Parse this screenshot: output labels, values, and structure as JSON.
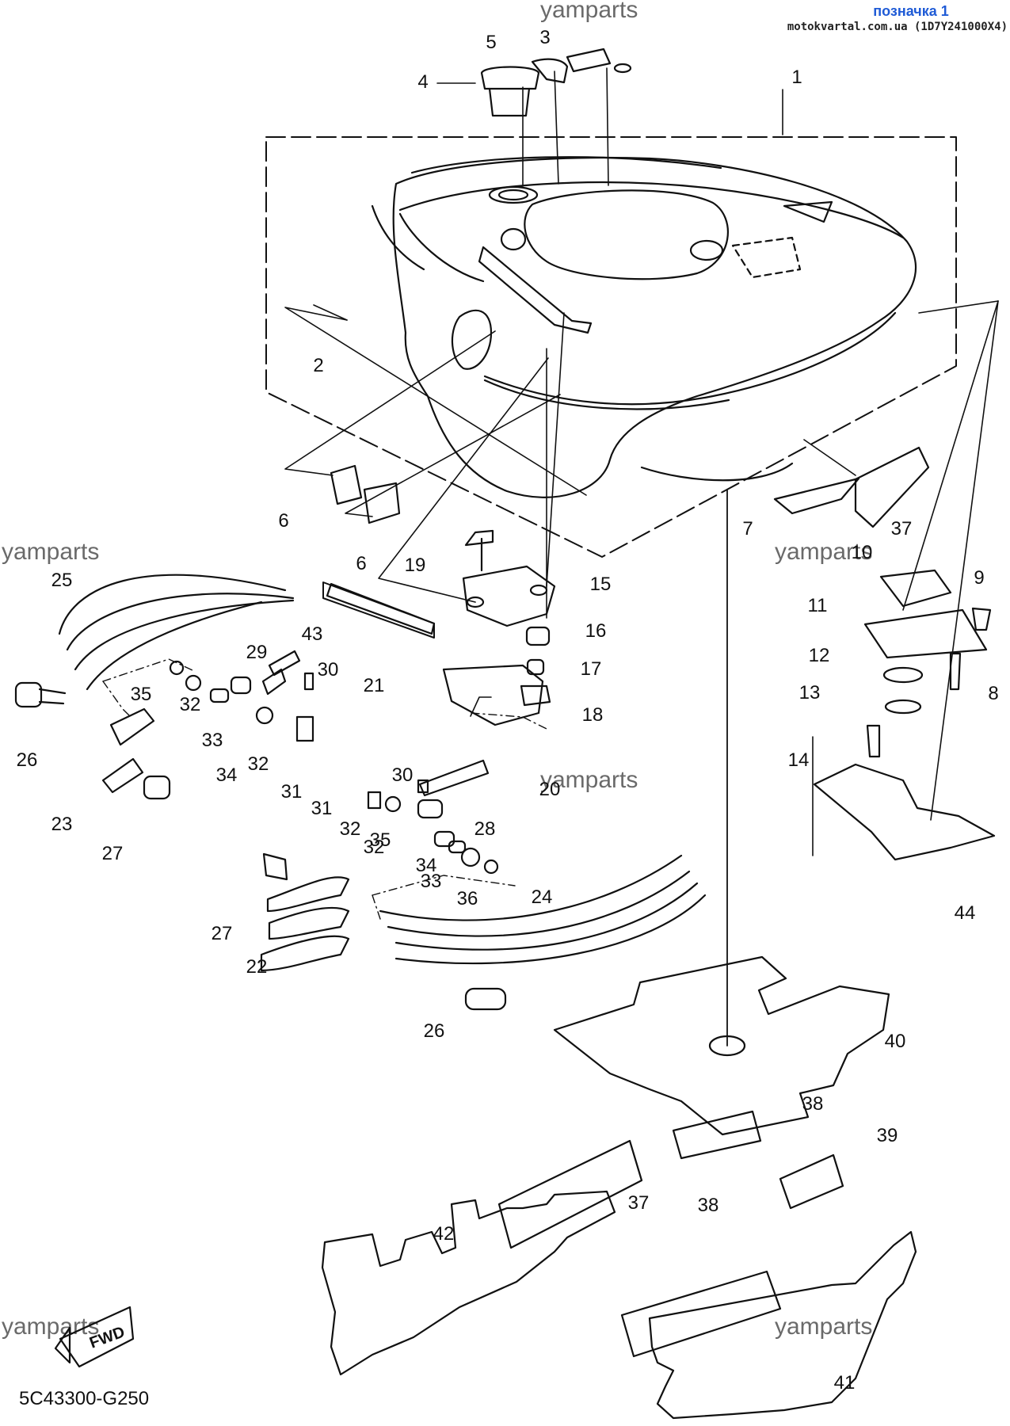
{
  "header": {
    "link_label": "позначка 1",
    "source": "motokvartal.com.ua (1D7Y241000X4)"
  },
  "watermarks": [
    "yamparts",
    "yamparts",
    "yamparts",
    "yamparts",
    "yamparts",
    "yamparts"
  ],
  "diagram_code": "5C43300-G250",
  "fwd_badge": "FWD",
  "labels": [
    "1",
    "2",
    "3",
    "4",
    "5",
    "6",
    "6",
    "7",
    "8",
    "9",
    "10",
    "11",
    "12",
    "13",
    "14",
    "15",
    "16",
    "17",
    "18",
    "19",
    "20",
    "21",
    "22",
    "23",
    "24",
    "25",
    "26",
    "26",
    "27",
    "27",
    "28",
    "29",
    "30",
    "30",
    "31",
    "31",
    "32",
    "32",
    "32",
    "32",
    "33",
    "33",
    "34",
    "34",
    "35",
    "35",
    "36",
    "37",
    "37",
    "38",
    "38",
    "39",
    "40",
    "41",
    "42",
    "43",
    "44"
  ]
}
